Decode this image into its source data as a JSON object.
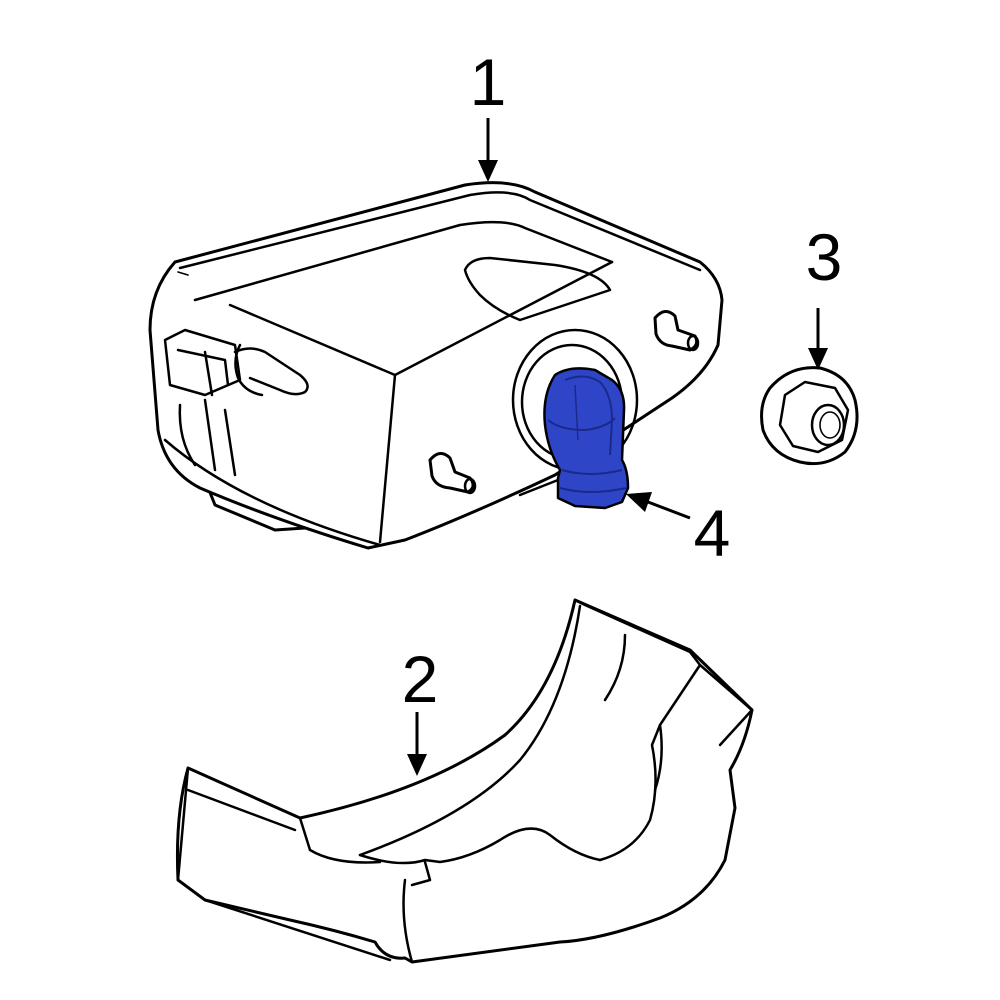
{
  "colors": {
    "background": "#ffffff",
    "line": "#000000",
    "highlight": "#2f45c8",
    "highlight_dark": "#1a2a8a"
  },
  "callouts": [
    {
      "id": "1",
      "label": "1"
    },
    {
      "id": "2",
      "label": "2"
    },
    {
      "id": "3",
      "label": "3"
    },
    {
      "id": "4",
      "label": "4"
    }
  ],
  "highlighted_part": "4"
}
